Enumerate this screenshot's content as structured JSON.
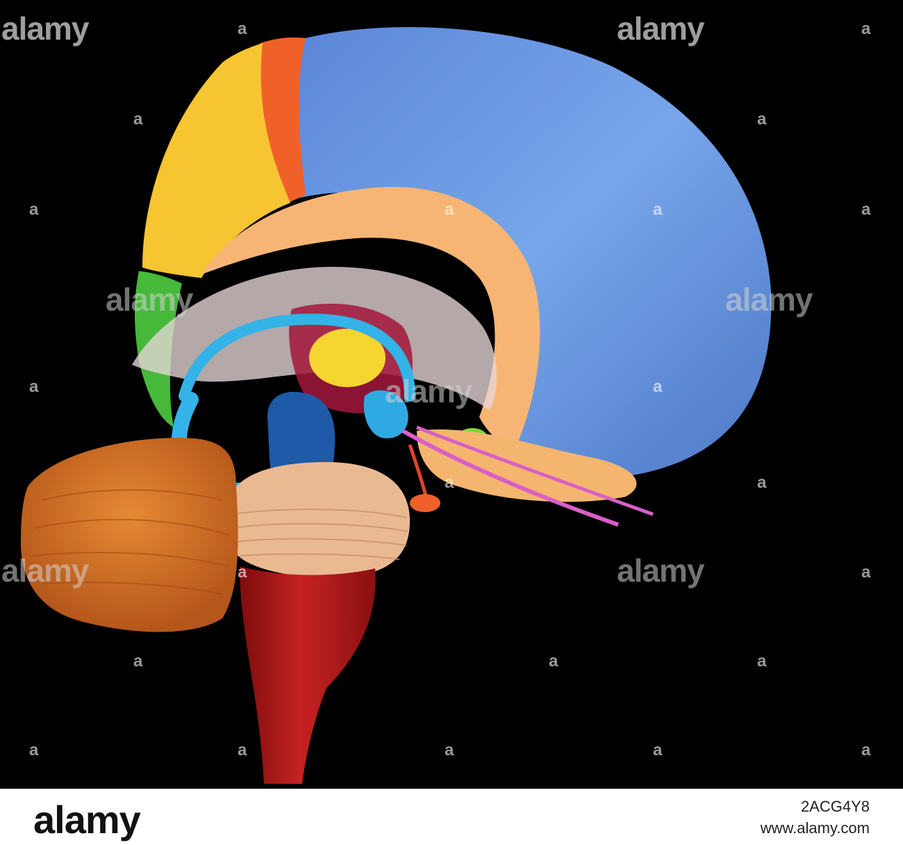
{
  "watermark": {
    "brand": "alamy",
    "mark": "a"
  },
  "footer": {
    "logo": "alamy",
    "image_id": "2ACG4Y8",
    "site": "www.alamy.com"
  },
  "colors": {
    "background": "#000000",
    "frontal_lobe": "#6a9ae0",
    "motor_strip": "#f0612a",
    "parietal_lobe": "#f6c531",
    "occipital_lobe": "#46b83a",
    "cingulate": "#f7b575",
    "cerebellum": "#d9721f",
    "pons": "#e9b992",
    "brainstem": "#b81c1c",
    "fornix": "#33b3e8",
    "thalamus": "#f5d530",
    "midbrain": "#1e5aa8",
    "hypothalamus_tract": "#d95fc7"
  }
}
